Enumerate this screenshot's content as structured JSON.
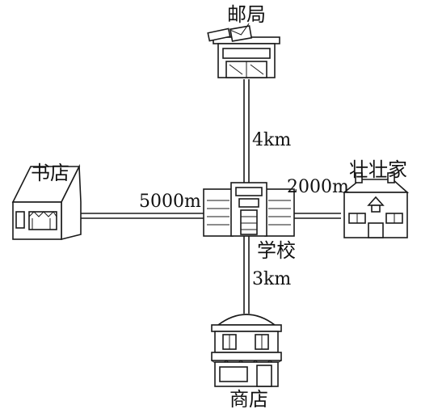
{
  "places": {
    "post_office": "邮局",
    "bookstore": "书店",
    "zhuangzhuang_home": "壮壮家",
    "school": "学校",
    "shop": "商店"
  },
  "distances": {
    "school_to_post_office": "4km",
    "school_to_bookstore": "5000m",
    "school_to_home": "2000m",
    "school_to_shop": "3km"
  }
}
